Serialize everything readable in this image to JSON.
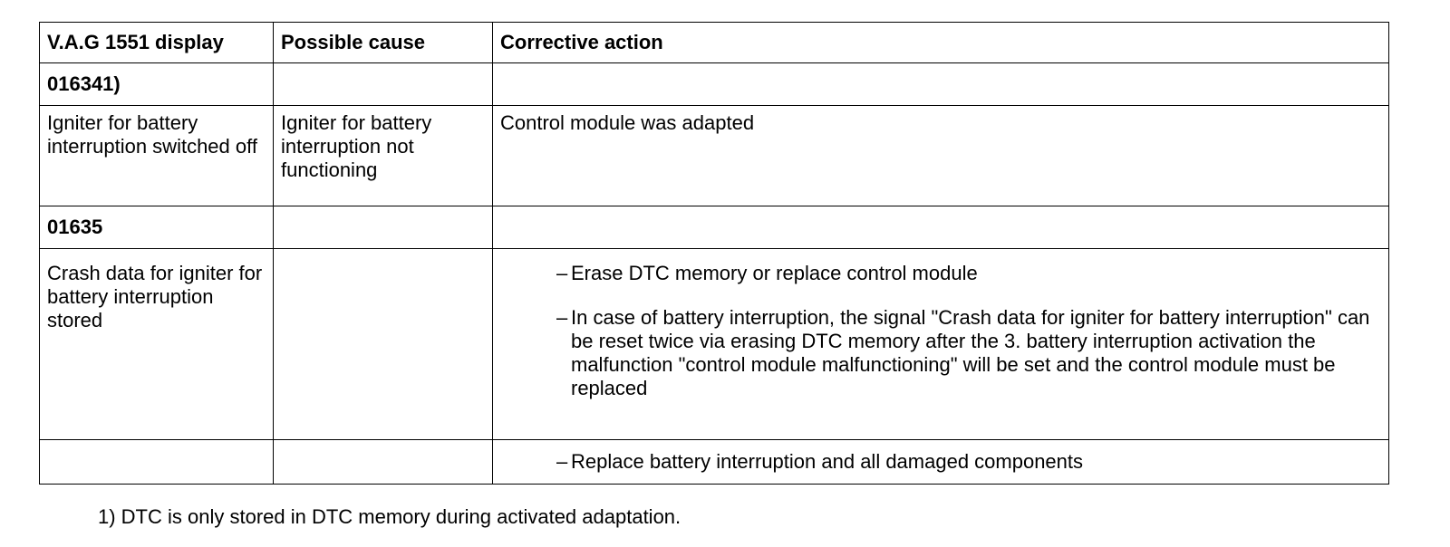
{
  "table": {
    "headers": {
      "display": "V.A.G 1551 display",
      "cause": "Possible cause",
      "action": "Corrective action"
    },
    "rows": [
      {
        "code": "016341)"
      },
      {
        "display": "Igniter for battery interruption switched off",
        "cause": "Igniter for battery interruption not functioning",
        "action": "Control module was adapted"
      },
      {
        "code": "01635"
      },
      {
        "display": "Crash data for igniter for battery interruption stored",
        "cause": "",
        "actions": [
          "Erase DTC memory or replace control module",
          "In case of battery interruption, the signal \"Crash data for igniter for battery interruption\" can be reset twice via erasing DTC memory after the 3. battery interruption activation the malfunction \"control module malfunctioning\" will be set and the control module must be replaced"
        ]
      },
      {
        "display": "",
        "cause": "",
        "actions": [
          "Replace battery interruption and all damaged components"
        ]
      }
    ],
    "bullet": "–"
  },
  "footnote": "1) DTC is only stored in DTC memory during activated adaptation."
}
